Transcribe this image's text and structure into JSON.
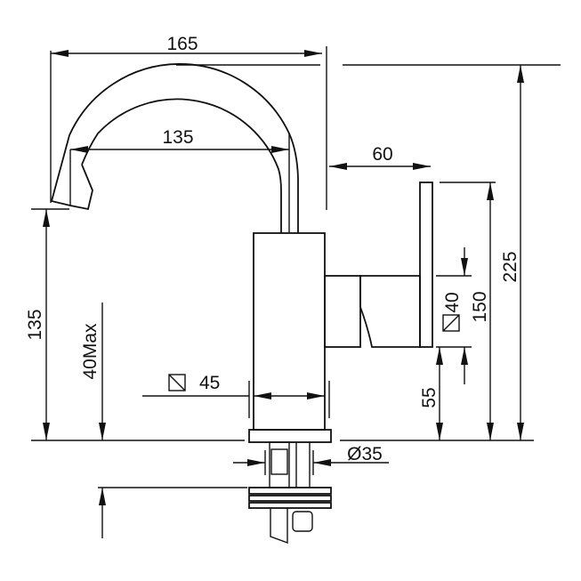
{
  "title": "Faucet dimension drawing",
  "dimensions": {
    "spout_reach": "165",
    "spout_inner": "135",
    "handle_projection": "60",
    "spout_height": "135",
    "deck_max": "40Max",
    "body_square": "45",
    "handle_square": "40",
    "plate_height": "150",
    "overall_height": "225",
    "handle_height": "55",
    "shank_diameter": "Ø35"
  },
  "symbols": {
    "square": "square-section-symbol"
  },
  "colors": {
    "line": "#111111",
    "background": "#ffffff"
  }
}
